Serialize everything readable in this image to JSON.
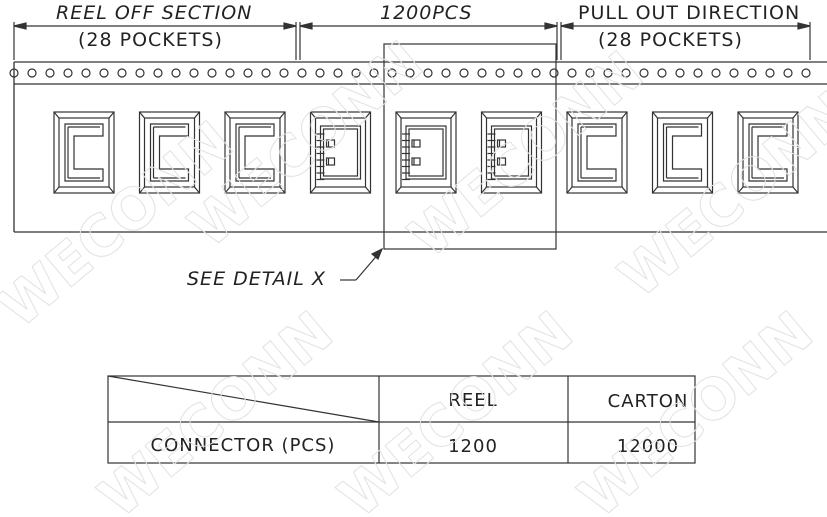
{
  "dimensions": {
    "reel_off_title": "REEL  OFF  SECTION",
    "reel_off_pockets": "(28  POCKETS)",
    "middle_qty": "1200PCS",
    "pull_out_title": "PULL  OUT  DIRECTION",
    "pull_out_pockets": "(28  POCKETS)"
  },
  "tape": {
    "visible_pockets": 9,
    "pockets": [
      "empty",
      "empty",
      "empty",
      "connector",
      "connector",
      "connector",
      "empty",
      "empty",
      "empty"
    ]
  },
  "detail_callout": "SEE  DETAIL  X",
  "watermark": "WECONN",
  "table": {
    "header": [
      "",
      "REEL",
      "CARTON"
    ],
    "rows": [
      {
        "label": "CONNECTOR  (PCS)",
        "reel": "1200",
        "carton": "12000"
      }
    ]
  }
}
